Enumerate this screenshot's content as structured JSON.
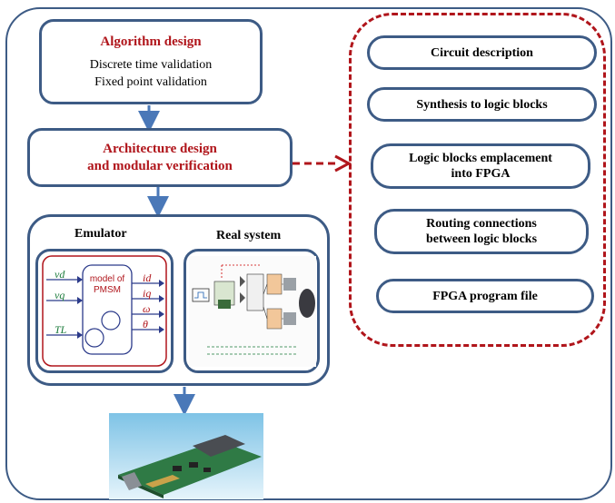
{
  "algorithm": {
    "title": "Algorithm design",
    "line1": "Discrete time validation",
    "line2": "Fixed  point validation"
  },
  "architecture": {
    "line1": "Architecture design",
    "line2": "and modular verification"
  },
  "emulator": {
    "label": "Emulator",
    "model_line1": "model of",
    "model_line2": "PMSM",
    "inputs": [
      "vd",
      "vq",
      "TL"
    ],
    "outputs": [
      "id",
      "iq",
      "ω",
      "θ"
    ]
  },
  "real_system": {
    "label": "Real system"
  },
  "steps": [
    "Circuit description",
    "Synthesis to logic blocks",
    "Logic blocks  emplacement into FPGA",
    "Routing connections between logic blocks",
    "FPGA program file"
  ],
  "colors": {
    "frame": "#3d5b85",
    "accent_red": "#b0151b",
    "arrow_blue": "#4a78b8"
  }
}
